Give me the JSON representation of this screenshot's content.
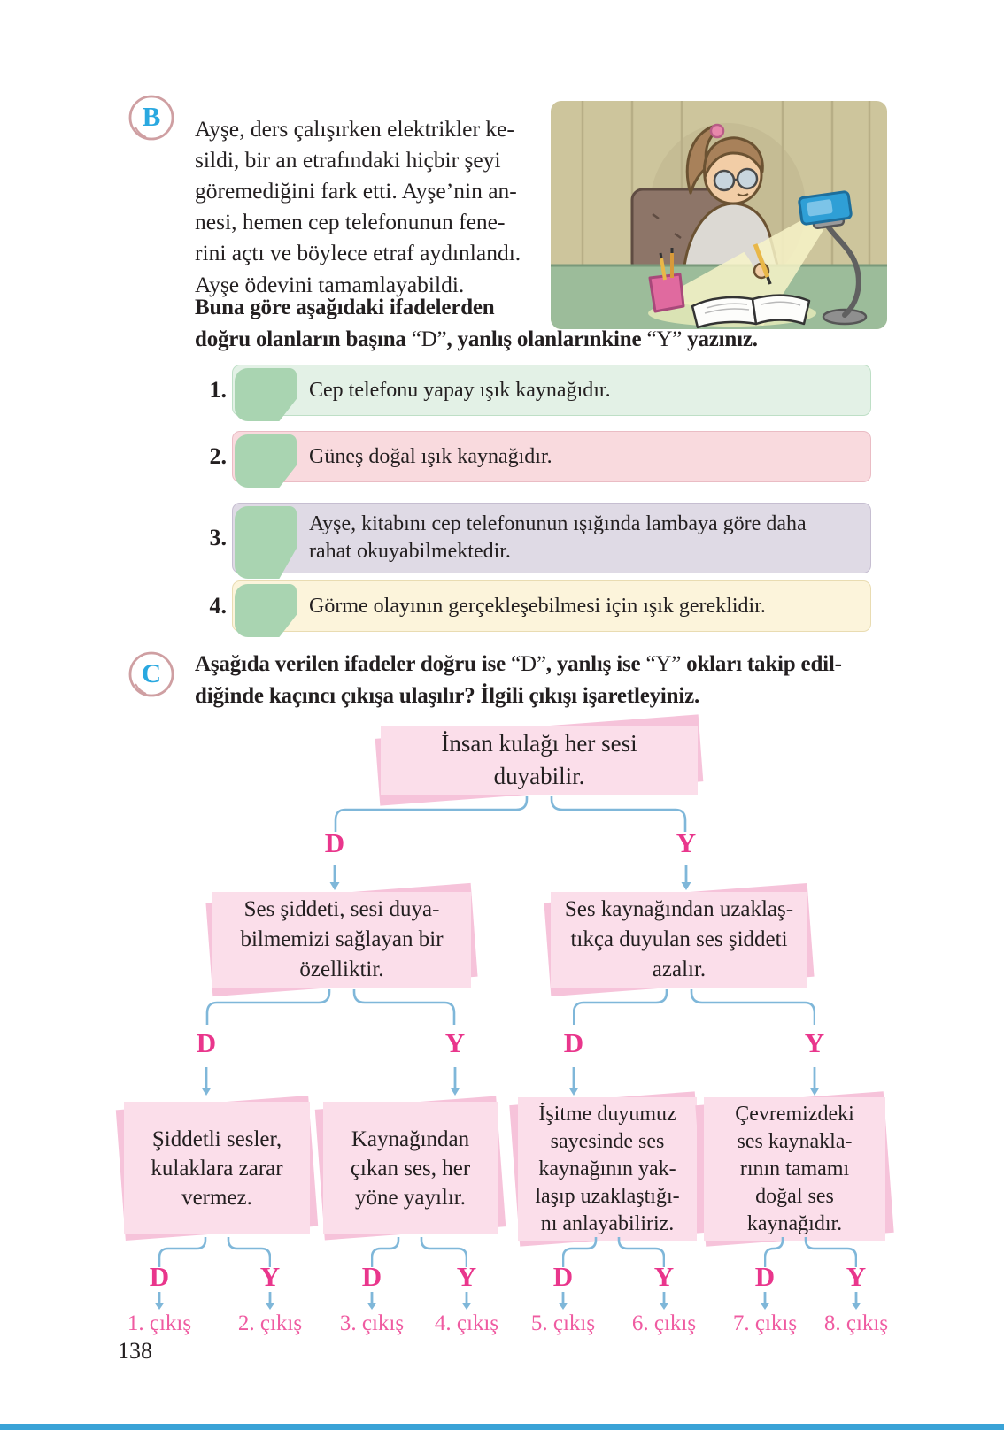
{
  "page": {
    "number": "138"
  },
  "colors": {
    "section_letter_blue": "#29a8e0",
    "marker_circle_rose": "#cf9fa2",
    "connector_blue": "#7fb7d9",
    "dy_magenta": "#e9368c",
    "exit_pink": "#ef5ba1",
    "tab_green": "#a9d4b1",
    "flow_box_pink": "#fbdeea",
    "flow_box_shadow_pink": "#f6c3da",
    "footer_bar_blue": "#3aa3d7"
  },
  "section_b": {
    "marker": "B",
    "paragraph": "Ayşe, ders çalışırken elektrikler ke-\nsildi, bir an etrafındaki hiçbir şeyi\ngöremediğini fark etti. Ayşe’nin an-\nnesi, hemen cep telefonunun fene-\nrini açtı ve böylece etraf aydınlandı.\nAyşe ödevini tamamlayabildi.",
    "instruction": {
      "line1": "Buna göre aşağıdaki ifadelerden",
      "p2": "doğru olanların başına ",
      "d": "“D”",
      "p3": ", yanlış olanlarınkine ",
      "y": "“Y”",
      "p4": " yazınız."
    },
    "items": [
      {
        "num": "1.",
        "text": "Cep telefonu yapay ışık kaynağıdır.",
        "bg": "#e3f1e6",
        "border": "#bedfc6"
      },
      {
        "num": "2.",
        "text": "Güneş doğal ışık kaynağıdır.",
        "bg": "#f9dade",
        "border": "#eabcc4"
      },
      {
        "num": "3.",
        "text": "Ayşe, kitabını cep telefonunun ışığında lambaya göre daha\nrahat okuyabilmektedir.",
        "bg": "#dfdae5",
        "border": "#c6bed1"
      },
      {
        "num": "4.",
        "text": "Görme olayının gerçekleşebilmesi için ışık gereklidir.",
        "bg": "#fcf4db",
        "border": "#e9dcb2"
      }
    ]
  },
  "section_c": {
    "marker": "C",
    "instruction": {
      "p1": "Aşağıda verilen ifadeler doğru ise ",
      "d": "“D”",
      "p2": ", yanlış ise ",
      "y": "“Y”",
      "p3": " okları takip edil-",
      "line2": "diğinde kaçıncı çıkışa ulaşılır? İlgili çıkışı işaretleyiniz."
    },
    "flowchart": {
      "d_label": "D",
      "y_label": "Y",
      "root": "İnsan kulağı her sesi\nduyabilir.",
      "level1": [
        "Ses şiddeti, sesi duya-\nbilmemizi sağlayan bir\nözelliktir.",
        "Ses kaynağından uzaklaş-\ntıkça duyulan ses şiddeti\nazalır."
      ],
      "level2": [
        "Şiddetli sesler,\nkulaklara zarar\nvermez.",
        "Kaynağından\nçıkan ses, her\nyöne yayılır.",
        "İşitme duyumuz\nsayesinde ses\nkaynağının yak-\nlaşıp uzaklaştığı-\nnı anlayabiliriz.",
        "Çevremizdeki\nses kaynakla-\nrının tamamı\ndoğal ses\nkaynağıdır.",
        ""
      ],
      "exits": [
        "1. çıkış",
        "2. çıkış",
        "3. çıkış",
        "4. çıkış",
        "5. çıkış",
        "6. çıkış",
        "7. çıkış",
        "8. çıkış"
      ]
    }
  }
}
